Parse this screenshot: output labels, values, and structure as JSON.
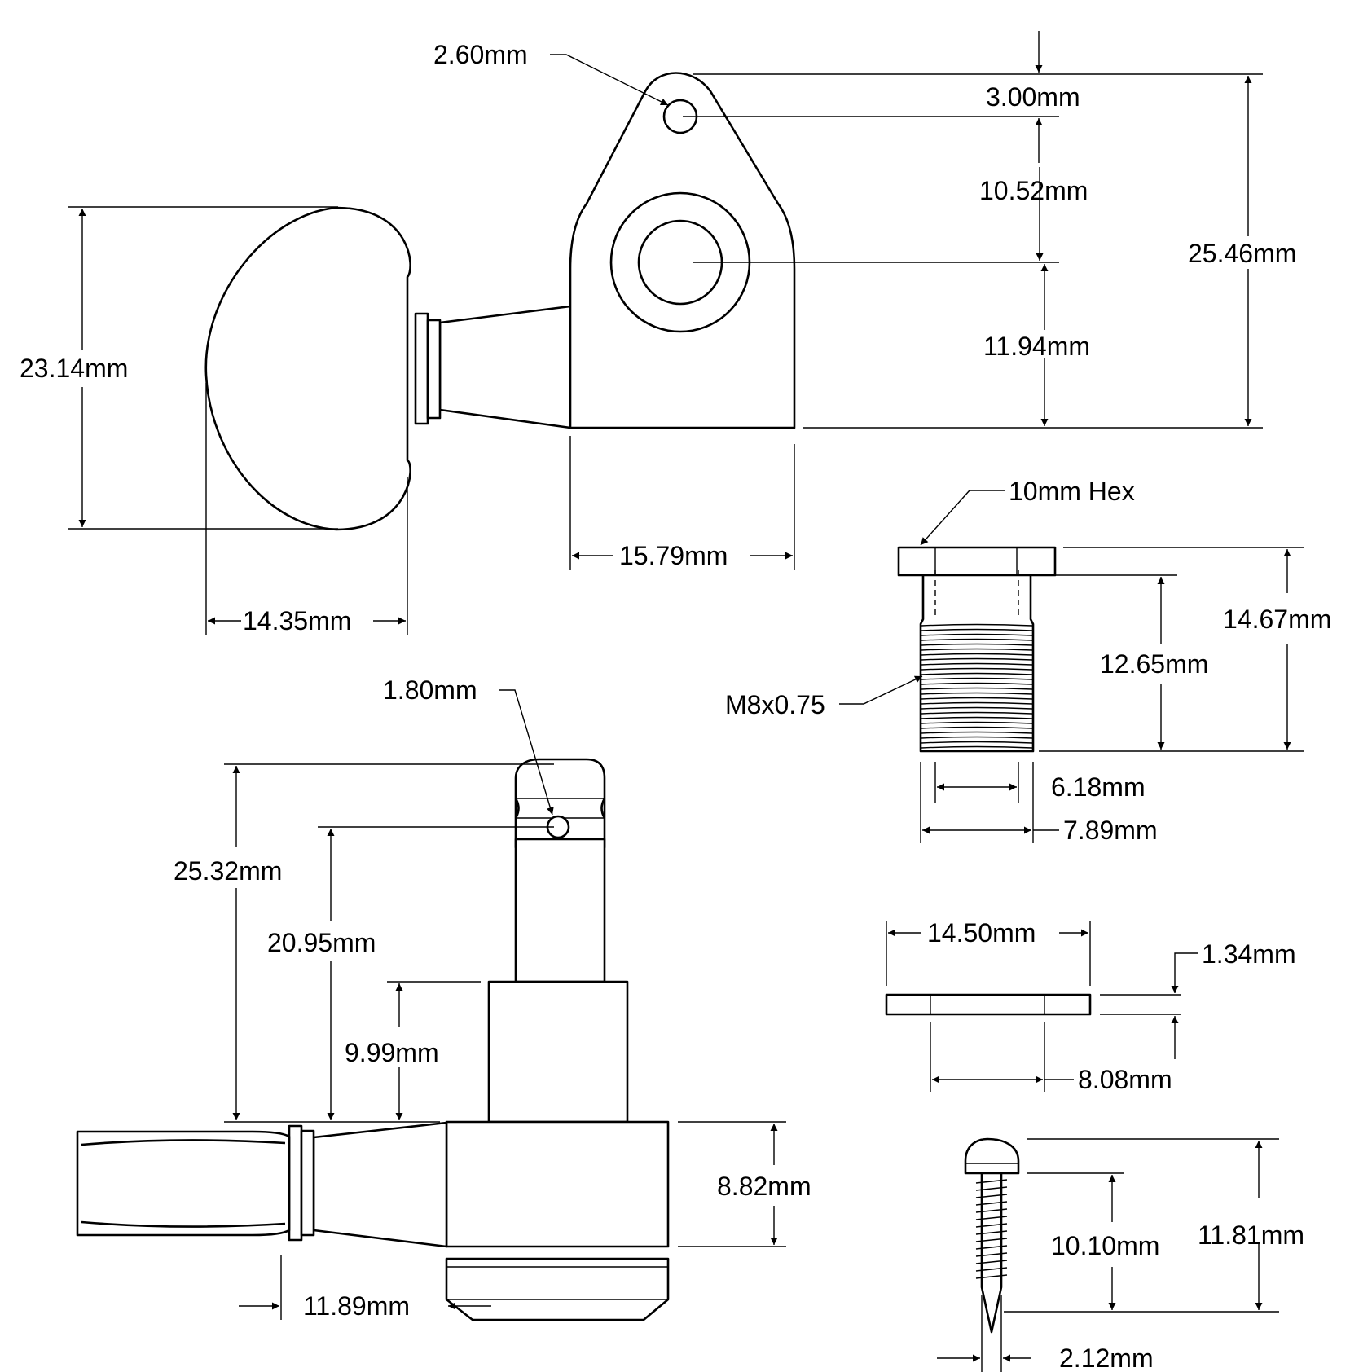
{
  "dimensions": {
    "post_hole_diameter": "2.60mm",
    "hole_to_top": "3.00mm",
    "hole_to_bore": "10.52mm",
    "bore_to_bottom": "11.94mm",
    "housing_height": "25.46mm",
    "button_height": "23.14mm",
    "button_width": "14.35mm",
    "housing_width": "15.79mm",
    "hex": "10mm Hex",
    "bushing_length": "14.67mm",
    "thread_length": "12.65mm",
    "thread_spec": "M8x0.75",
    "bushing_inner": "6.18mm",
    "bushing_outer": "7.89mm",
    "washer_diameter": "14.50mm",
    "washer_thickness": "1.34mm",
    "washer_bore": "8.08mm",
    "string_hole": "1.80mm",
    "post_height": "25.32mm",
    "string_hole_height": "20.95mm",
    "post_base_height": "9.99mm",
    "side_housing_height": "8.82mm",
    "side_shaft_length": "11.89mm",
    "screw_thread_length": "10.10mm",
    "screw_length": "11.81mm",
    "screw_diameter": "2.12mm"
  }
}
